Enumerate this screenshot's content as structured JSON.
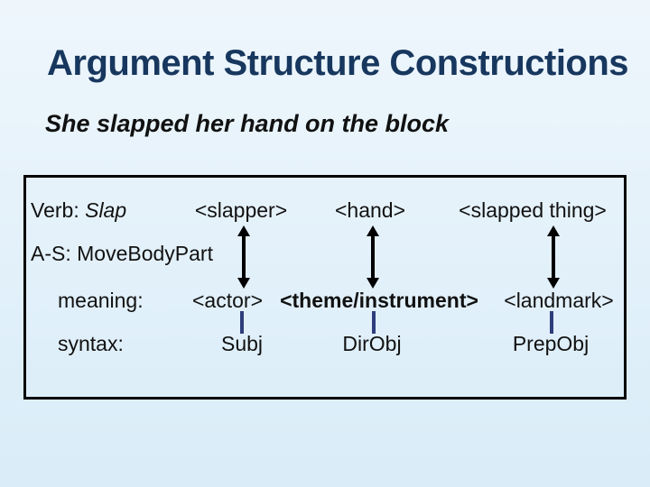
{
  "slide": {
    "title": "Argument Structure Constructions",
    "example_sentence": "She slapped her hand on the block",
    "diagram": {
      "verb_label": "Verb:",
      "verb_name": "Slap",
      "verb_roles": [
        "<slapper>",
        "<hand>",
        "<slapped thing>"
      ],
      "argument_structure_label": "A-S:",
      "argument_structure_value": "MoveBodyPart",
      "meaning_label": "meaning:",
      "meaning_roles": [
        "<actor>",
        "<theme/instrument>",
        "<landmark>"
      ],
      "syntax_label": "syntax:",
      "syntax_roles": [
        "Subj",
        "DirObj",
        "PrepObj"
      ]
    },
    "colors": {
      "background_top": "#eef6fc",
      "background_bottom": "#d9ecf8",
      "title": "#17375e",
      "text": "#111111",
      "connector_blue": "#2e3d7c",
      "box_border": "#000000",
      "arrow": "#000000"
    }
  }
}
